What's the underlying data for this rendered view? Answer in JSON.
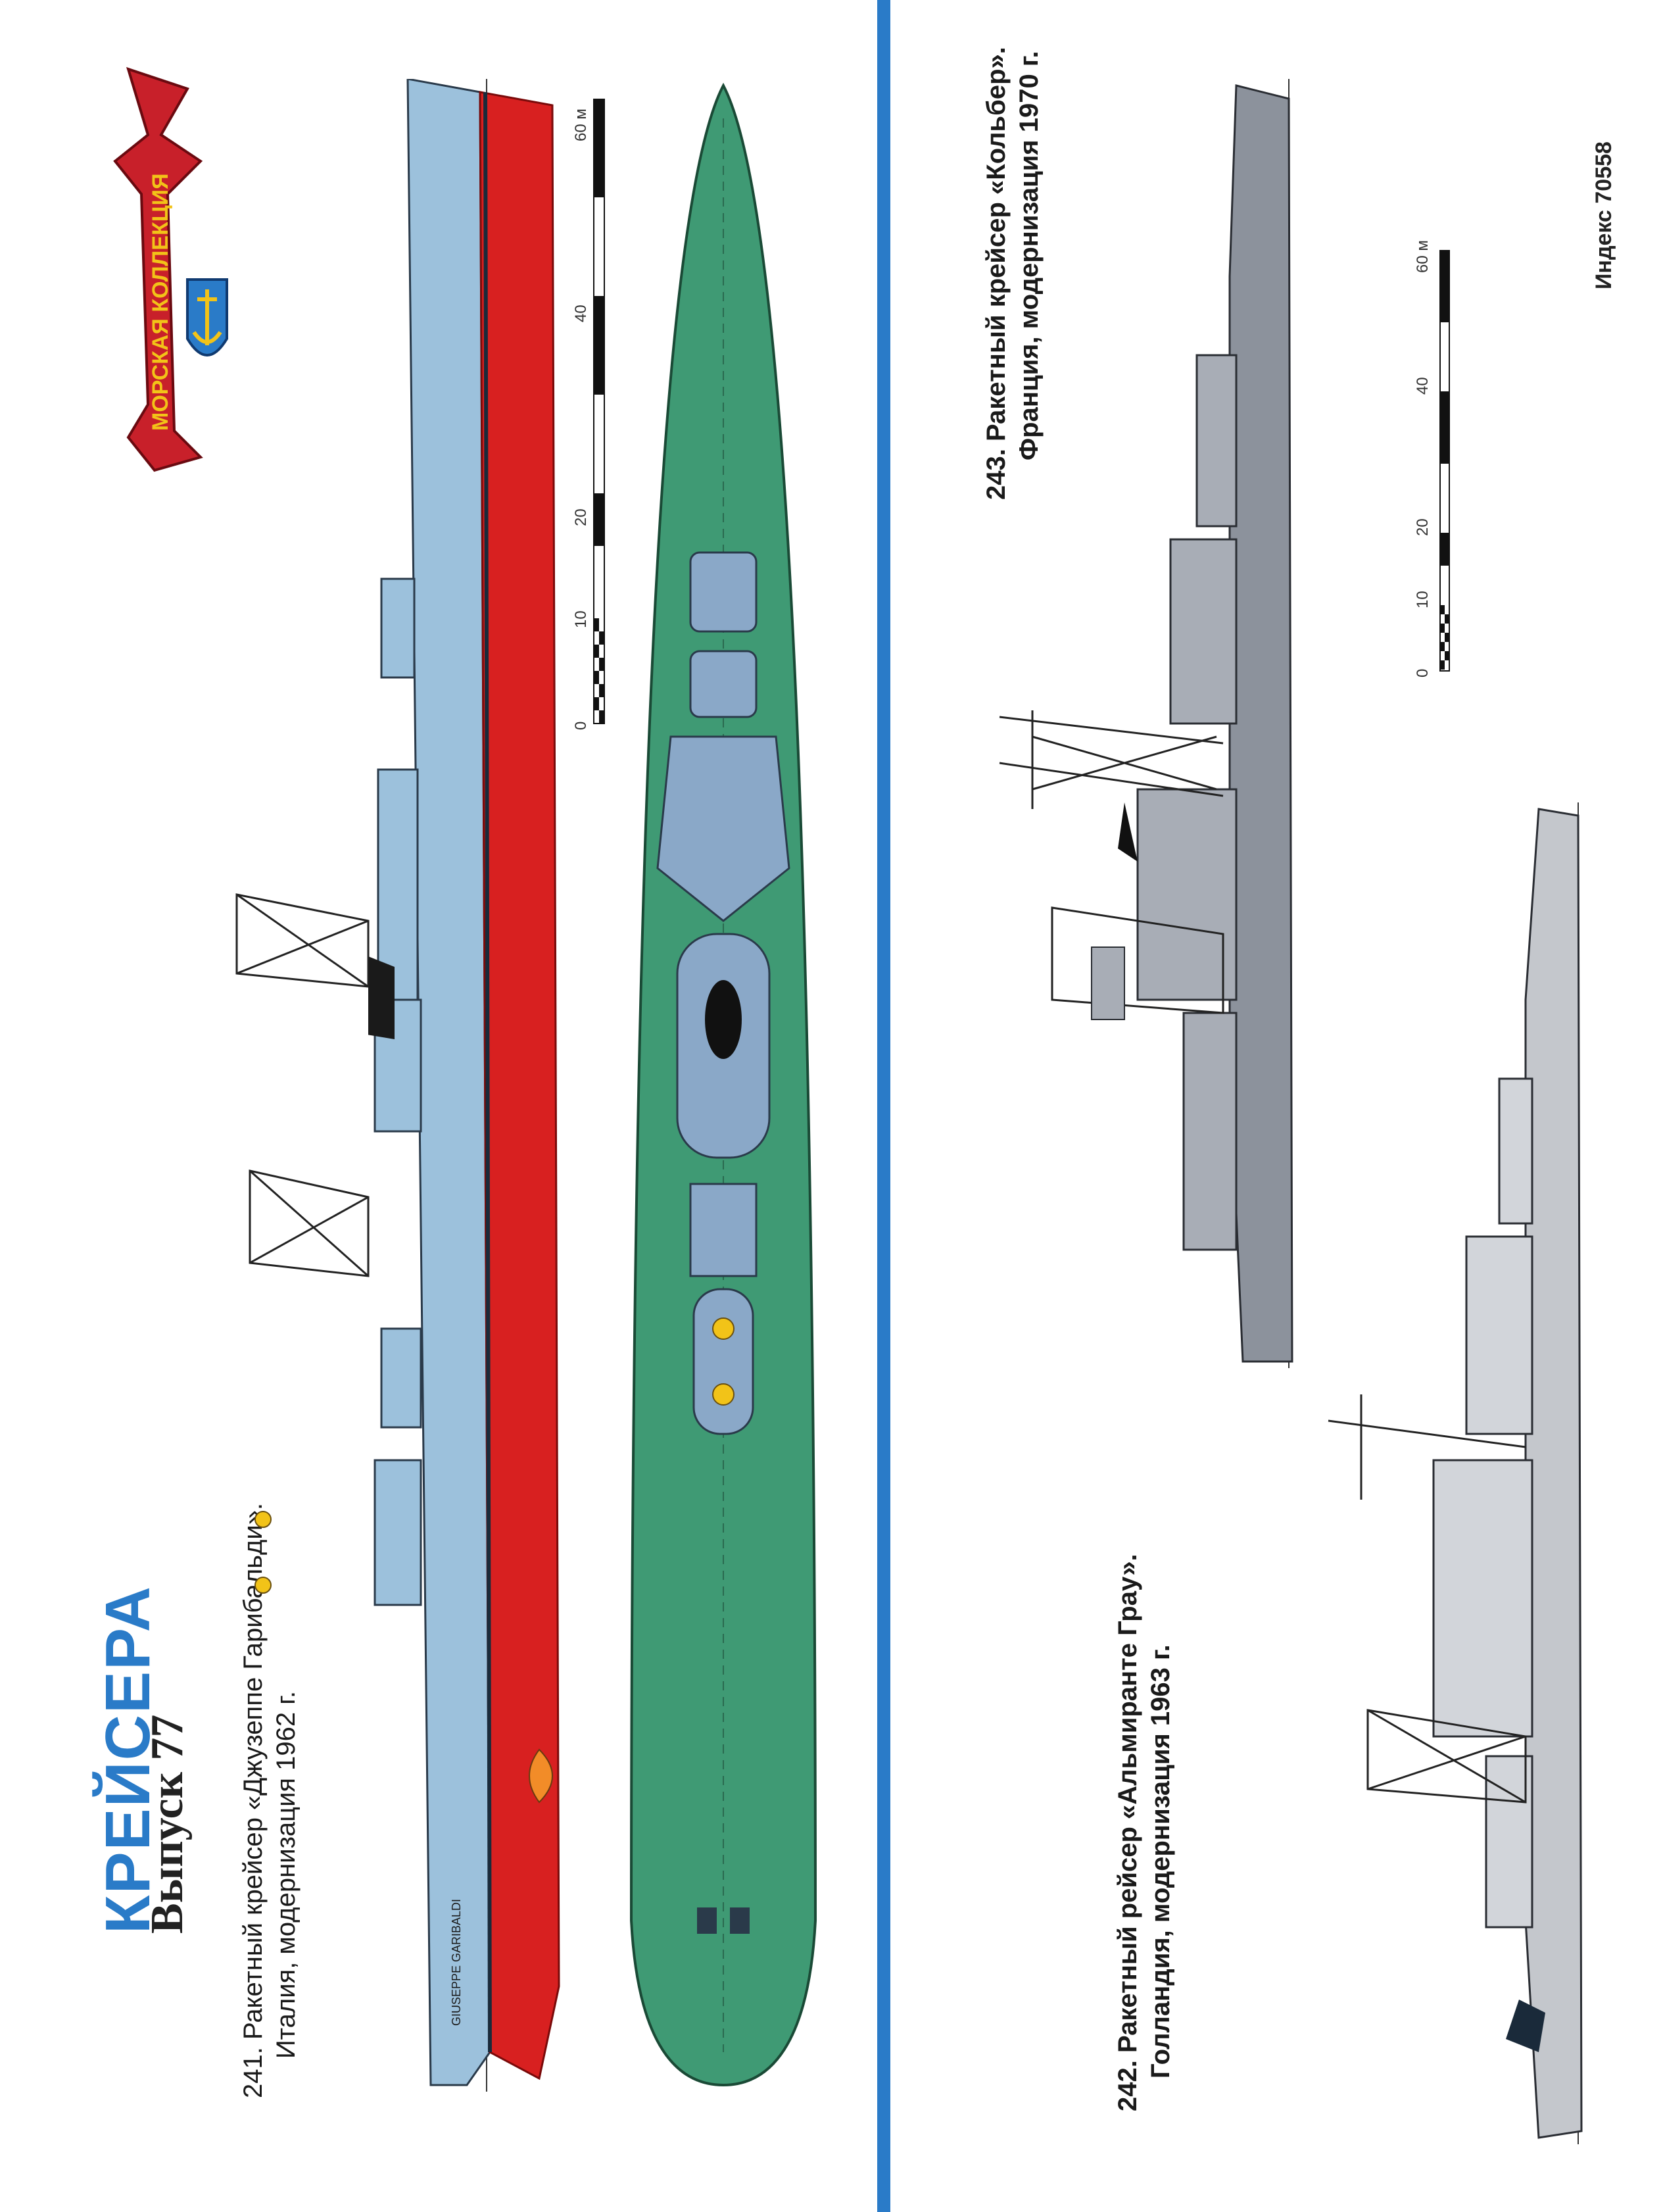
{
  "header": {
    "title": "КРЕЙСЕРА",
    "issue": "Выпуск 77",
    "logo_text": "МОРСКАЯ КОЛЛЕКЦИЯ",
    "logo_icon": "anchor-shield-icon"
  },
  "ship241": {
    "caption_line1": "241. Ракетный крейсер «Джузеппе Гарибальди».",
    "caption_line2": "Италия, модернизация 1962 г.",
    "hull_name": "GIUSEPPE GARIBALDI",
    "colors": {
      "hull": "#9cc1dc",
      "underwater": "#d82020",
      "deck": "#3f9a74"
    }
  },
  "ship242": {
    "caption_line1": "242. Ракетный рейсер «Альмиранте Грау».",
    "caption_line2": "Голландия, модернизация 1963 г."
  },
  "ship243": {
    "caption_line1": "243. Ракетный крейсер «Кольбер».",
    "caption_line2": "Франция, модернизация 1970 г."
  },
  "scale_left": {
    "ticks": [
      "0",
      "10",
      "20",
      "40",
      "60 м"
    ]
  },
  "scale_right": {
    "ticks": [
      "0",
      "10",
      "20",
      "40",
      "60 м"
    ]
  },
  "footer": {
    "index": "Индекс 70558"
  },
  "accent_color": "#2a7bc8"
}
